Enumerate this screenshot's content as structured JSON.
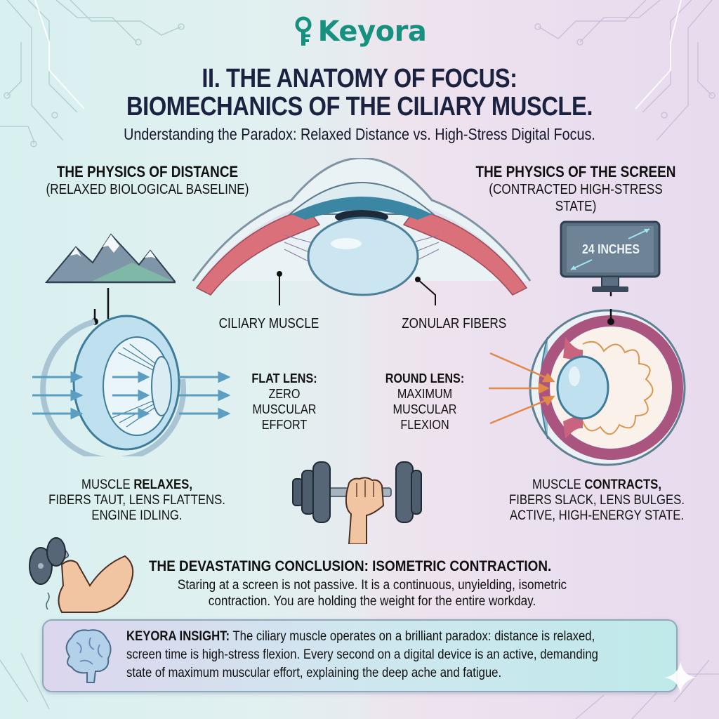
{
  "brand": {
    "logo_text": "Keyora",
    "logo_color": "#17917f"
  },
  "header": {
    "title_line1": "II. THE ANATOMY OF FOCUS:",
    "title_line2": "BIOMECHANICS OF THE CILIARY MUSCLE.",
    "subtitle": "Understanding the Paradox: Relaxed Distance vs. High-Stress Digital Focus."
  },
  "left_panel": {
    "heading": "THE PHYSICS OF DISTANCE",
    "subheading": "(RELAXED BIOLOGICAL BASELINE)",
    "icon": "mountain-icon",
    "lens_label_bold": "FLAT LENS:",
    "lens_label_lines": [
      "ZERO",
      "MUSCULAR",
      "EFFORT"
    ],
    "caption_prefix": "MUSCLE ",
    "caption_bold": "RELAXES,",
    "caption_line2": "FIBERS TAUT, LENS FLATTENS.",
    "caption_line3": "ENGINE IDLING."
  },
  "center_diagram": {
    "label_ciliary": "CILIARY MUSCLE",
    "label_zonular": "ZONULAR FIBERS"
  },
  "right_panel": {
    "heading": "THE PHYSICS OF THE SCREEN",
    "subheading": "(CONTRACTED HIGH-STRESS STATE)",
    "monitor_label": "24 INCHES",
    "icon": "monitor-icon",
    "lens_label_bold": "ROUND LENS:",
    "lens_label_lines": [
      "MAXIMUM",
      "MUSCULAR",
      "FLEXION"
    ],
    "caption_prefix": "MUSCLE ",
    "caption_bold": "CONTRACTS,",
    "caption_line2": "FIBERS SLACK, LENS BULGES.",
    "caption_line3": "ACTIVE, HIGH-ENERGY STATE."
  },
  "conclusion": {
    "title": "THE DEVASTATING CONCLUSION: ISOMETRIC CONTRACTION.",
    "body_line1": "Staring at a screen is not passive. It is a continuous, unyielding, isometric",
    "body_line2": "contraction. You are holding the weight for the entire workday."
  },
  "insight": {
    "label": "KEYORA INSIGHT:",
    "text": " The ciliary muscle operates on a brilliant paradox: distance is relaxed, screen time is high-stress flexion. Every second on a digital device is an active, demanding state of maximum muscular effort, explaining the deep ache and fatigue."
  },
  "colors": {
    "title": "#1a2240",
    "bg_left": "#d9f1f0",
    "bg_right": "#e8dcef",
    "muscle": "#d9707a",
    "lens": "#bfe0ee",
    "light_rays_blue": "#5b9ec2",
    "light_rays_orange": "#e0894a"
  }
}
